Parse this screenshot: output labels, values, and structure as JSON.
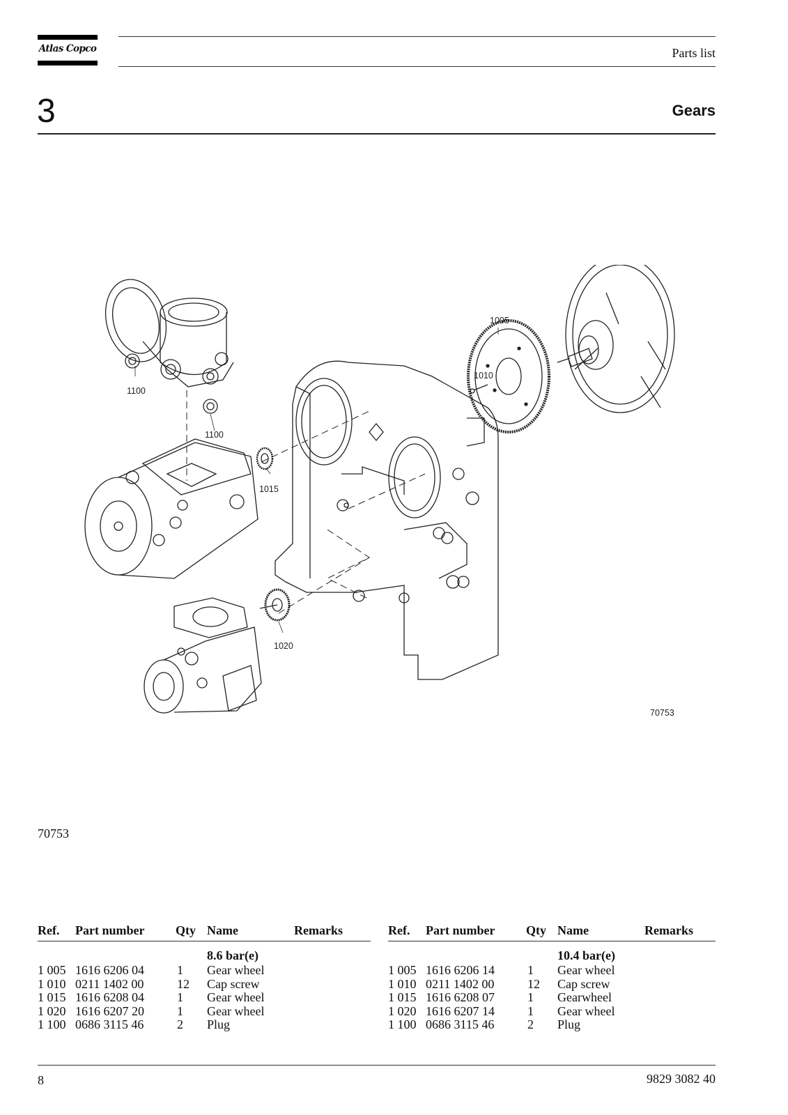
{
  "header": {
    "logo_text": "Atlas Copco",
    "doc_type": "Parts list",
    "chapter_number": "3",
    "chapter_title": "Gears"
  },
  "figure": {
    "callouts": [
      "1005",
      "1010",
      "1100",
      "1100",
      "1015",
      "1020"
    ],
    "drawing_id": "70753",
    "caption": "70753"
  },
  "tables": [
    {
      "headers": {
        "ref": "Ref.",
        "part": "Part number",
        "qty": "Qty",
        "name": "Name",
        "remarks": "Remarks"
      },
      "section": "8.6 bar(e)",
      "rows": [
        {
          "ref": "1 005",
          "part": "1616 6206 04",
          "qty": "1",
          "name": "Gear wheel"
        },
        {
          "ref": "1 010",
          "part": "0211 1402 00",
          "qty": "12",
          "name": "Cap screw"
        },
        {
          "ref": "1 015",
          "part": "1616 6208 04",
          "qty": "1",
          "name": "Gear wheel"
        },
        {
          "ref": "1 020",
          "part": "1616 6207 20",
          "qty": "1",
          "name": "Gear wheel"
        },
        {
          "ref": "1 100",
          "part": "0686 3115 46",
          "qty": "2",
          "name": "Plug"
        }
      ]
    },
    {
      "headers": {
        "ref": "Ref.",
        "part": "Part number",
        "qty": "Qty",
        "name": "Name",
        "remarks": "Remarks"
      },
      "section": "10.4 bar(e)",
      "rows": [
        {
          "ref": "1 005",
          "part": "1616 6206 14",
          "qty": "1",
          "name": "Gear wheel"
        },
        {
          "ref": "1 010",
          "part": "0211 1402 00",
          "qty": "12",
          "name": "Cap screw"
        },
        {
          "ref": "1 015",
          "part": "1616 6208 07",
          "qty": "1",
          "name": "Gearwheel"
        },
        {
          "ref": "1 020",
          "part": "1616 6207 14",
          "qty": "1",
          "name": "Gear wheel"
        },
        {
          "ref": "1 100",
          "part": "0686 3115 46",
          "qty": "2",
          "name": "Plug"
        }
      ]
    }
  ],
  "footer": {
    "page_number": "8",
    "doc_number": "9829 3082 40"
  }
}
